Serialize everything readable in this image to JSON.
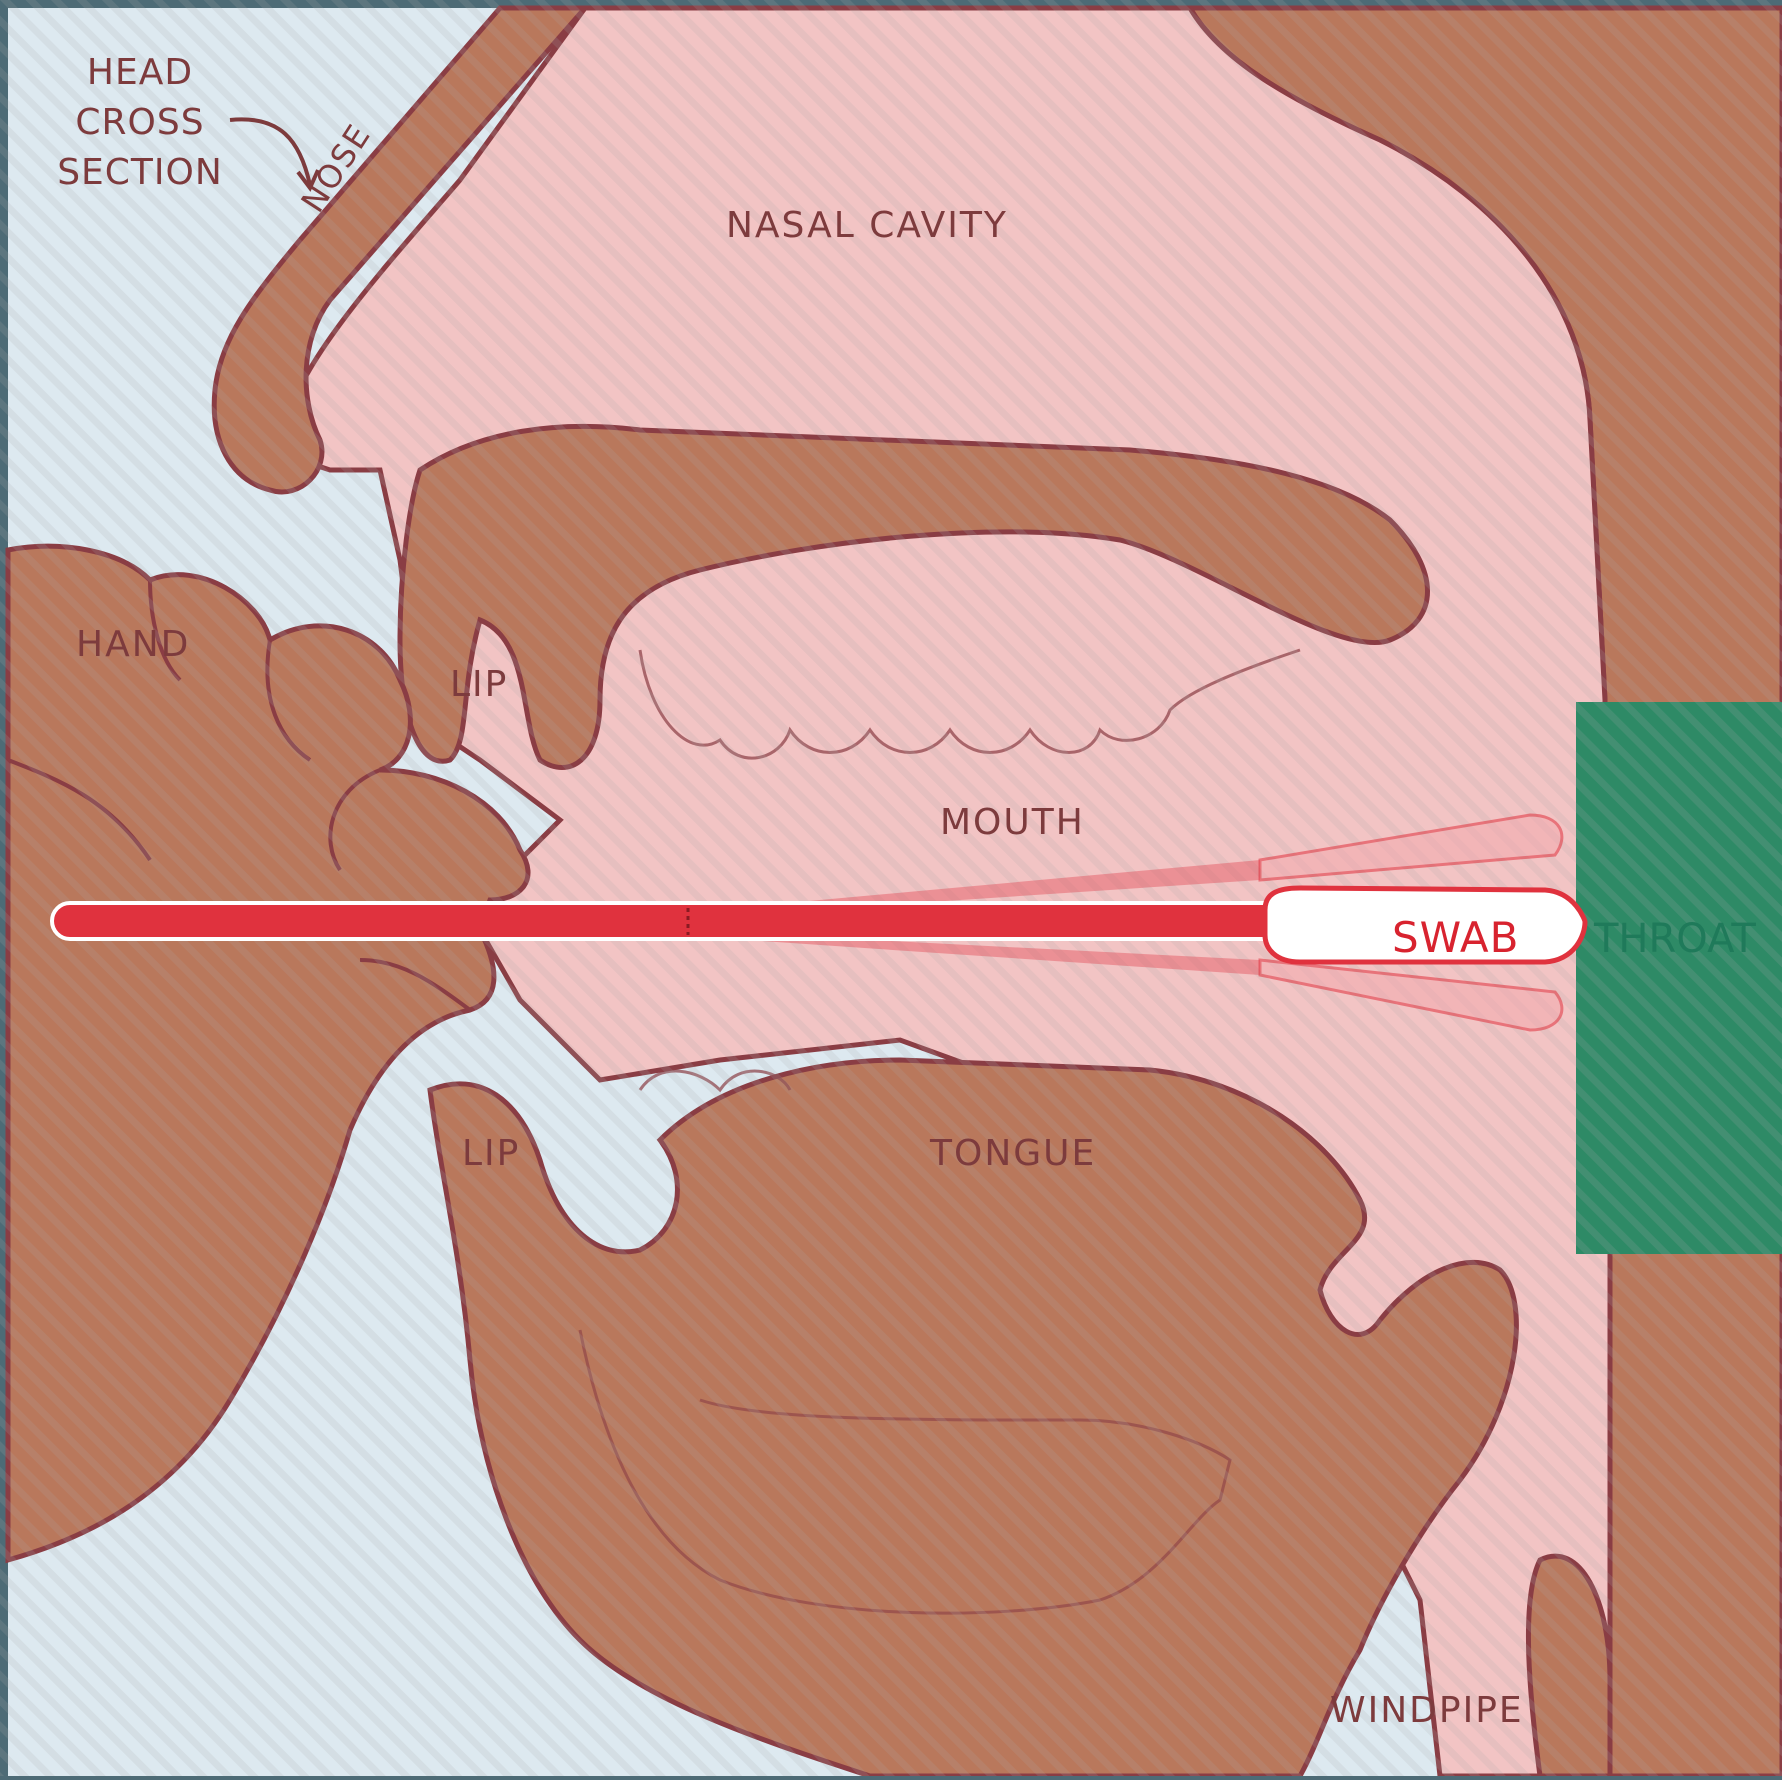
{
  "diagram": {
    "title_lines": [
      "HEAD",
      "CROSS",
      "SECTION"
    ],
    "labels": {
      "nose": "NOSE",
      "nasal_cavity": "NASAL CAVITY",
      "hand": "HAND",
      "upper_lip": "LIP",
      "mouth": "MOUTH",
      "swab": "SWAB",
      "throat": "THROAT",
      "lower_lip": "LIP",
      "tongue": "TONGUE",
      "windpipe": "WINDPIPE"
    }
  },
  "colors": {
    "background": "#dde9f0",
    "tissue": "#b9785c",
    "cavity": "#f2c4c4",
    "outline": "#8a3d44",
    "throat": "#2e8a66",
    "swab": "#e0323e",
    "label": "#7d3b3d"
  }
}
